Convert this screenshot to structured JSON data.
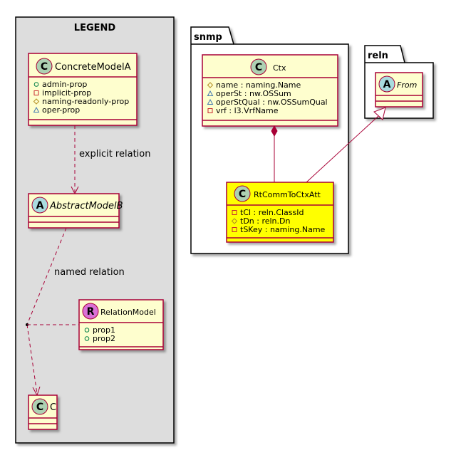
{
  "legend": {
    "title": "LEGEND",
    "concrete_model": {
      "stereotype": "C",
      "name": "ConcreteModelA",
      "props": [
        {
          "vis": "public",
          "text": "admin-prop"
        },
        {
          "vis": "private",
          "text": "implicit-prop"
        },
        {
          "vis": "protected",
          "text": "naming-readonly-prop"
        },
        {
          "vis": "package",
          "text": "oper-prop"
        }
      ]
    },
    "explicit_relation_label": "explicit relation",
    "abstract_model": {
      "stereotype": "A",
      "name": "AbstractModelB"
    },
    "named_relation_label": "named relation",
    "relation_model": {
      "stereotype": "R",
      "name": "RelationModel",
      "props": [
        {
          "vis": "public",
          "text": "prop1"
        },
        {
          "vis": "public",
          "text": "prop2"
        }
      ]
    },
    "c_model": {
      "stereotype": "C",
      "name": "C"
    }
  },
  "snmp": {
    "package_name": "snmp",
    "ctx": {
      "stereotype": "C",
      "name": "Ctx",
      "props": [
        {
          "vis": "protected",
          "text": "name : naming.Name"
        },
        {
          "vis": "package",
          "text": "operSt : nw.OSSum"
        },
        {
          "vis": "package",
          "text": "operStQual : nw.OSSumQual"
        },
        {
          "vis": "private",
          "text": "vrf : l3.VrfName"
        }
      ]
    },
    "rt": {
      "stereotype": "C",
      "name": "RtCommToCtxAtt",
      "props": [
        {
          "vis": "private",
          "text": "tCl : reln.ClassId"
        },
        {
          "vis": "protected",
          "text": "tDn : reln.Dn"
        },
        {
          "vis": "private",
          "text": "tSKey : naming.Name"
        }
      ]
    }
  },
  "reln": {
    "package_name": "reln",
    "from": {
      "stereotype": "A",
      "name": "From"
    }
  },
  "colors": {
    "class_fill": "#FEFECE",
    "class_border": "#A80036",
    "highlight_fill": "#FFFF00",
    "legend_bg": "#DDDDDD",
    "circle_c": "#ADD1B2",
    "circle_a": "#A9DCDF",
    "circle_r": "#DA70D6"
  }
}
